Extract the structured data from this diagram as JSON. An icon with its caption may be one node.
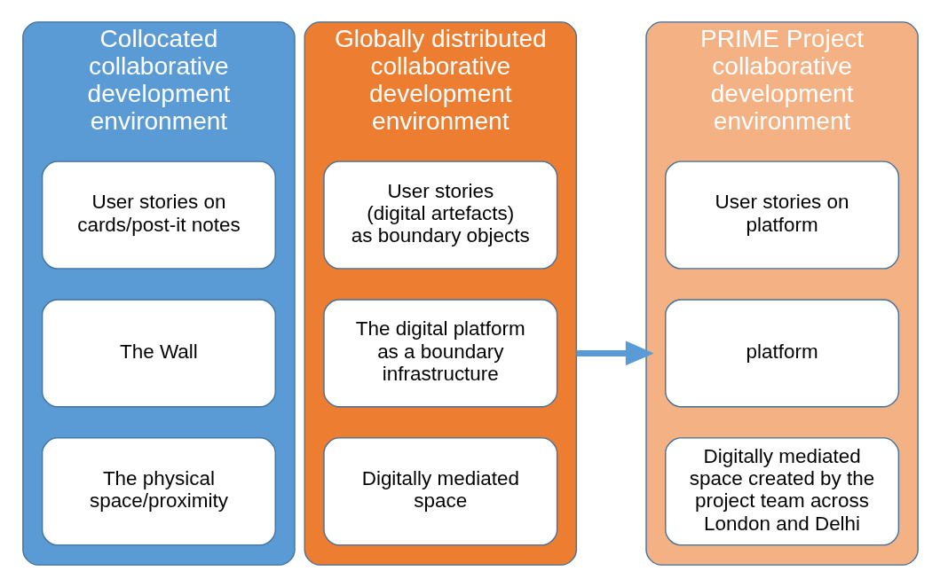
{
  "diagram": {
    "nodes": [
      {
        "text": [
          "Collocated collaborative development environment"
        ]
      },
      {
        "text": [
          "User stories on cards/post-it notes"
        ],
        "in": 0
      },
      {
        "text": [
          "The Wall"
        ],
        "in": 0
      },
      {
        "text": [
          "The physical space/proximity"
        ],
        "in": 0
      },
      {
        "text": [
          "Globally distributed collaborative development environment"
        ]
      },
      {
        "text": [
          "User stories (digital artefacts) as boundary objects"
        ],
        "in": 4
      },
      {
        "text": [
          "The digital platform as a boundary infrastructure"
        ],
        "in": 4
      },
      {
        "text": [
          "Digitally mediated space"
        ],
        "in": 4
      },
      {
        "text": [
          "PRIME Project collaborative development environment"
        ]
      },
      {
        "text": [
          "User stories on platform"
        ],
        "in": 8
      },
      {
        "text": [
          "platform"
        ],
        "in": 8
      },
      {
        "text": [
          "Digitally mediated space created by the project team across London and Delhi"
        ],
        "in": 8
      }
    ],
    "edges": [
      {
        "from": 4,
        "to": 8,
        "arrow": "to"
      }
    ]
  }
}
